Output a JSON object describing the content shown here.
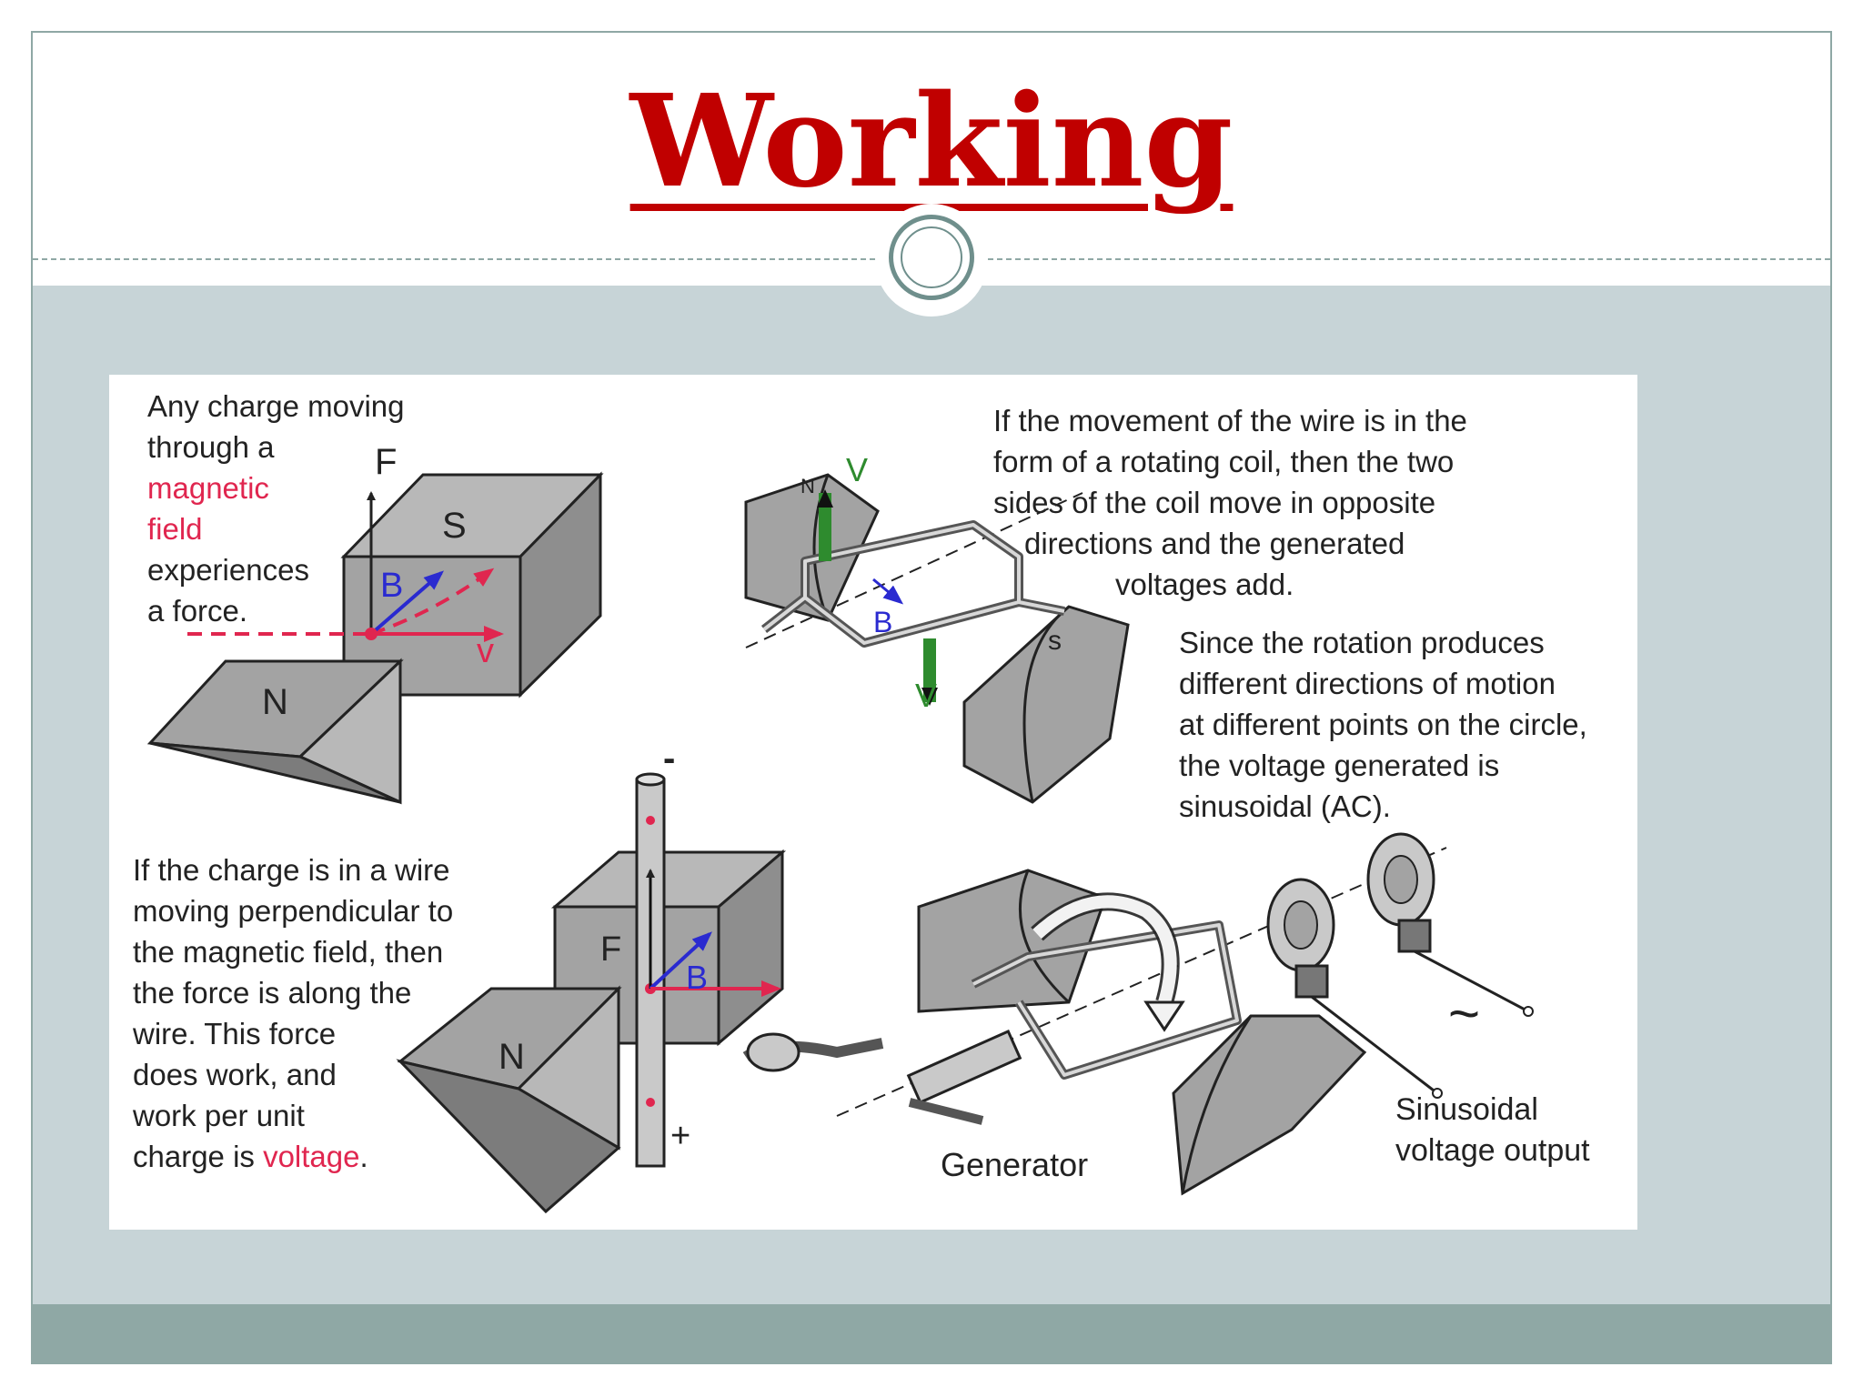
{
  "title": "Working",
  "texts": {
    "block1": {
      "line1": "Any charge moving",
      "line2": "through a",
      "line3": "magnetic",
      "line4": "field",
      "line5": "experiences",
      "line6": "a force."
    },
    "block2": {
      "line1": "If the  movement of the wire is in the",
      "line2": "form of a rotating coil, then the two",
      "line3": "sides of the coil move in opposite",
      "line4": "directions and the generated",
      "line5": "voltages add."
    },
    "block3": {
      "line1": "Since the rotation produces",
      "line2": "different directions of motion",
      "line3": "at different points on the circle,",
      "line4": "the voltage generated is",
      "line5": "sinusoidal (AC)."
    },
    "block4": {
      "line1": "If the charge is in a wire",
      "line2": "moving perpendicular to",
      "line3": "the magnetic field, then",
      "line4": "the force is along the",
      "line5": "wire. This force",
      "line6": "does work, and",
      "line7": "work per unit",
      "line8a": "charge is ",
      "line8b": "voltage",
      "line8c": "."
    },
    "generator": "Generator",
    "output1": "Sinusoidal",
    "output2": "voltage output"
  },
  "labels": {
    "f": "F",
    "s": "S",
    "n": "N",
    "b": "B",
    "v": "v",
    "v_upper": "V",
    "minus": "-",
    "plus": "+",
    "s_small": "s",
    "wave": "~"
  },
  "colors": {
    "title": "#c00000",
    "accent_red": "#e0264f",
    "field_blue": "#2a2ad0",
    "velocity_green": "#2e8b2e",
    "magnet_gray": "#a3a3a3",
    "content_bg": "#c7d4d7",
    "footer_bg": "#8fa8a5"
  }
}
